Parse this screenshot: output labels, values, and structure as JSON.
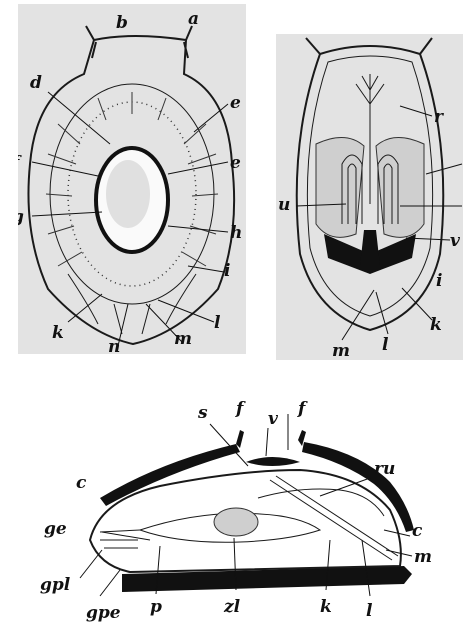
{
  "figures": [
    {
      "id": "dorsal-view",
      "labels": [
        "b",
        "a",
        "d",
        "e",
        "f",
        "e",
        "g",
        "h",
        "i",
        "k",
        "l",
        "m",
        "n"
      ]
    },
    {
      "id": "ventral-view",
      "labels": [
        "r",
        "u",
        "v",
        "i",
        "k",
        "m",
        "l"
      ]
    },
    {
      "id": "longitudinal-section",
      "labels": [
        "s",
        "f",
        "v",
        "f",
        "c",
        "ru",
        "ge",
        "c",
        "m",
        "gpl",
        "gpe",
        "p",
        "zl",
        "k",
        "l"
      ]
    }
  ],
  "colors": {
    "paper_gray": "#e3e3e3",
    "ink": "#111111",
    "stipple": "#555555"
  }
}
